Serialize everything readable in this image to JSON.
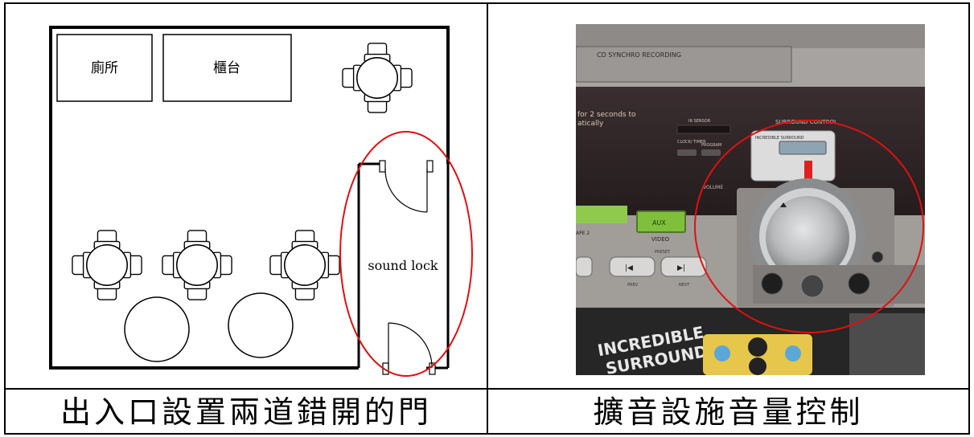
{
  "floor_plan": {
    "toilet_label": "廁所",
    "counter_label": "櫃台",
    "sound_lock_label": "sound lock"
  },
  "stereo_photo": {
    "top_strip": "CD SYNCHRO RECORDING",
    "hint_line1": "for 2 seconds to",
    "hint_line2": "atically",
    "ir_sensor": "IR SENSOR",
    "clock_timer": "CLOCK/ TIMER",
    "program": "PROGRAM",
    "surround_control": "SURROUND CONTROL",
    "incredible_surround": "INCREDIBLE SURROUND",
    "volume": "VOLUME",
    "aux": "AUX",
    "video": "VIDEO",
    "tape2": "APE 2",
    "preset": "PRESET",
    "prev": "PREV",
    "next": "NEXT",
    "logo_line1": "INCREDIBLE",
    "logo_line2": "SURROUND"
  },
  "captions": {
    "left": "出入口設置兩道錯開的門",
    "right": "擴音設施音量控制"
  },
  "colors": {
    "highlight_ellipse": "#e01010",
    "panel_dark": "#2a2526",
    "knob_silver": "#bfc1c3",
    "aux_green": "#7fbf3c"
  }
}
